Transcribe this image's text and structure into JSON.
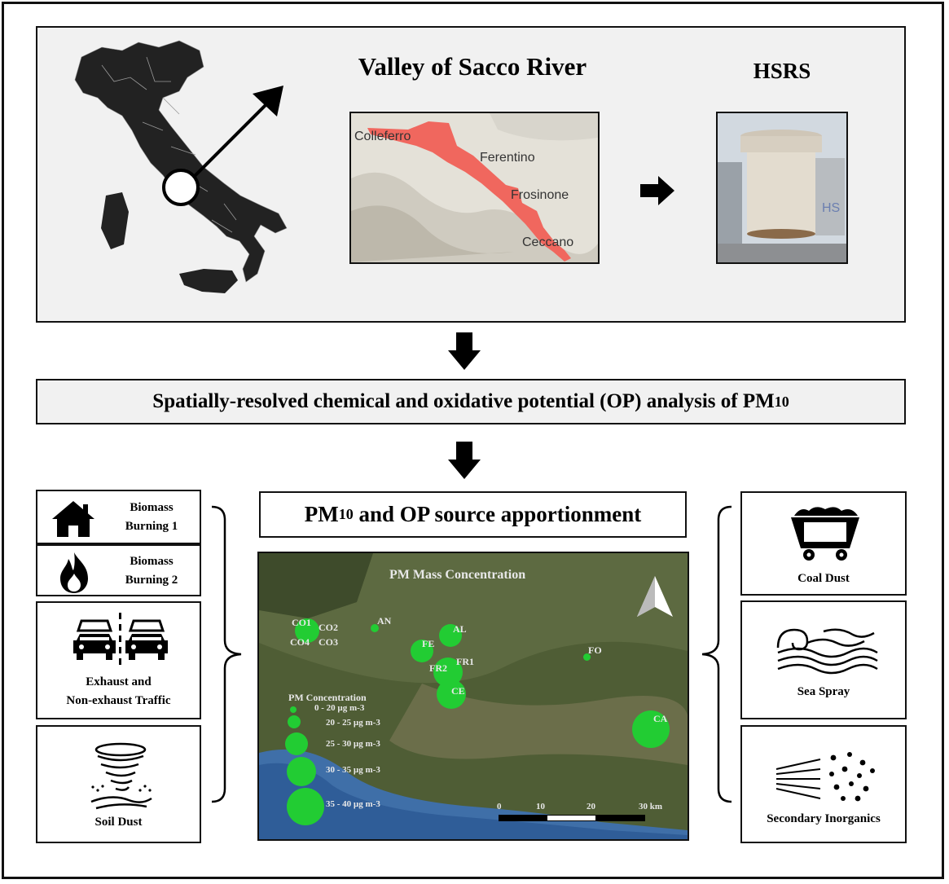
{
  "region": {
    "title": "Valley of Sacco River",
    "instrument_title": "HSRS",
    "towns": [
      "Colleferro",
      "Ferentino",
      "Frosinone",
      "Ceccano"
    ],
    "sampler_text": "HS"
  },
  "analysis": {
    "title_main": "Spatially-resolved chemical and oxidative potential (OP) analysis of PM",
    "title_sub": "10"
  },
  "apportionment": {
    "pm": "PM",
    "sub": "10",
    "rest": " and OP source apportionment"
  },
  "map": {
    "title": "PM Mass Concentration",
    "legend_title": "PM Concentration",
    "legend": [
      "0 - 20 µg m-3",
      "20 - 25 µg m-3",
      "25 - 30 µg m-3",
      "30 - 35 µg m-3",
      "35 - 40 µg m-3"
    ],
    "sites": [
      "CO1",
      "CO2",
      "CO4",
      "CO3",
      "AN",
      "AL",
      "FE",
      "FR1",
      "FR2",
      "CE",
      "FO",
      "CA"
    ],
    "scale": [
      "0",
      "10",
      "20",
      "30 km"
    ]
  },
  "sources_left": [
    {
      "line1": "Biomass",
      "line2": "Burning 1",
      "icon": "house-icon"
    },
    {
      "line1": "Biomass",
      "line2": "Burning 2",
      "icon": "flame-icon"
    },
    {
      "line1": "Exhaust and",
      "line2": "Non-exhaust Traffic",
      "icon": "traffic-icon"
    },
    {
      "line1": "Soil Dust",
      "icon": "tornado-icon"
    }
  ],
  "sources_right": [
    {
      "line1": "Coal Dust",
      "icon": "coal-cart-icon"
    },
    {
      "line1": "Sea Spray",
      "icon": "wave-icon"
    },
    {
      "line1": "Secondary Inorganics",
      "icon": "spray-particles-icon"
    }
  ]
}
